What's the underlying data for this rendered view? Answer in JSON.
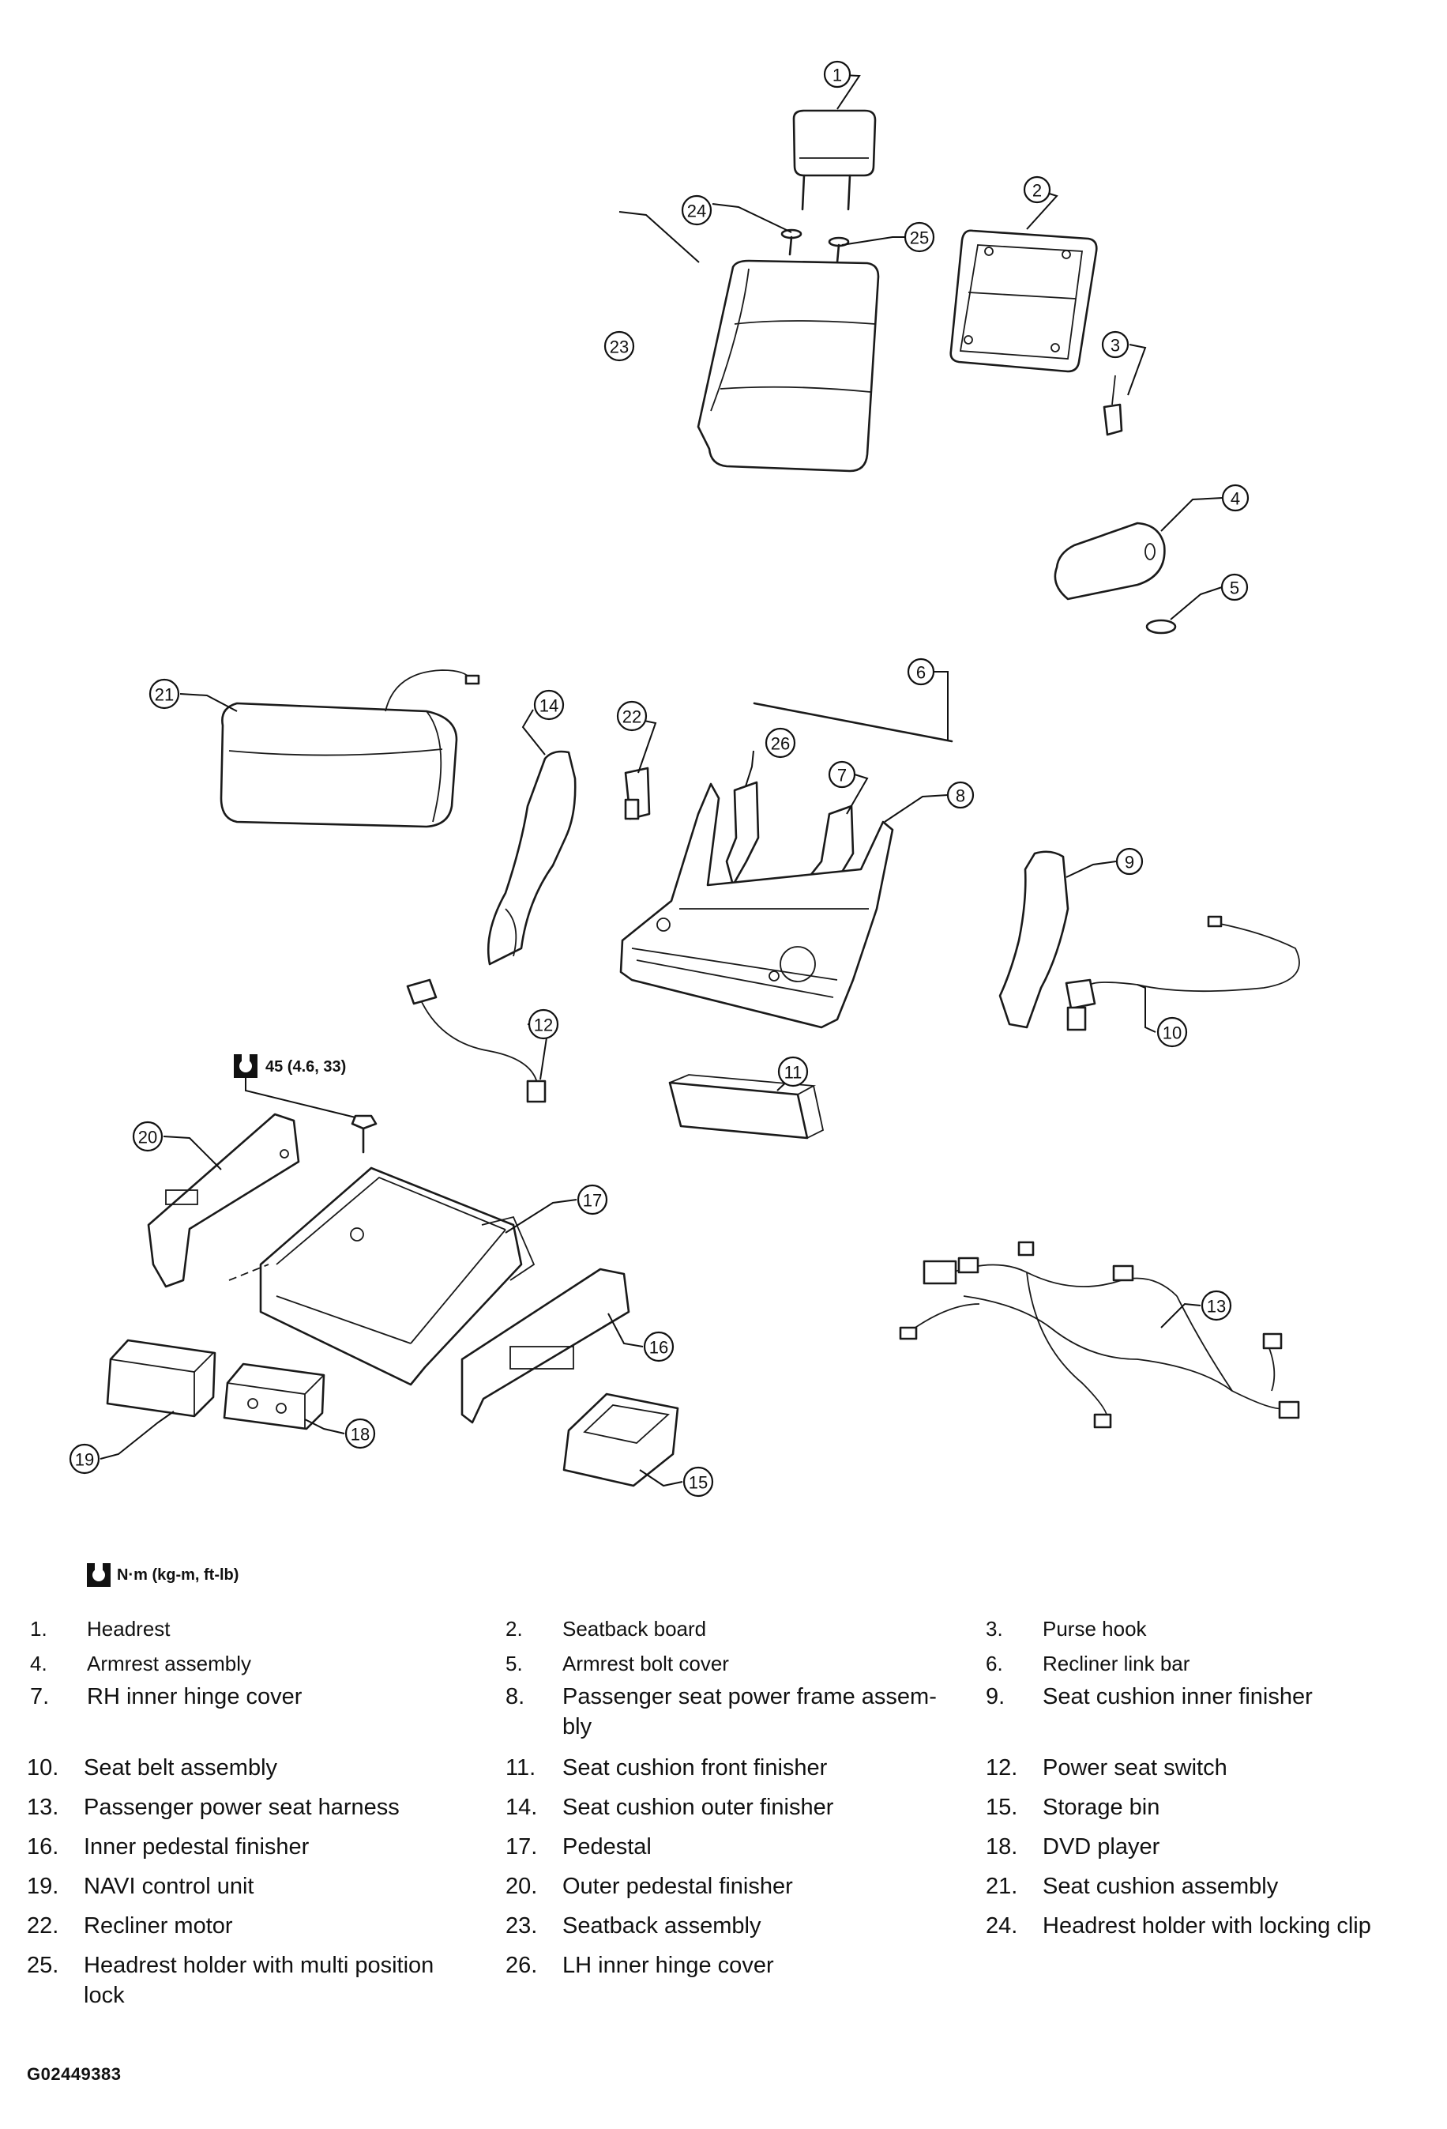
{
  "diagram": {
    "torque_spec": "45 (4.6, 33)",
    "torque_legend": "N·m (kg-m, ft-lb)",
    "figure_code": "G02449383",
    "callouts": [
      "1",
      "2",
      "3",
      "4",
      "5",
      "6",
      "7",
      "8",
      "9",
      "10",
      "11",
      "12",
      "13",
      "14",
      "15",
      "16",
      "17",
      "18",
      "19",
      "20",
      "21",
      "22",
      "23",
      "24",
      "25",
      "26"
    ]
  },
  "legend": [
    {
      "num": "1.",
      "label": "Headrest"
    },
    {
      "num": "2.",
      "label": "Seatback board"
    },
    {
      "num": "3.",
      "label": "Purse hook"
    },
    {
      "num": "4.",
      "label": "Armrest assembly"
    },
    {
      "num": "5.",
      "label": "Armrest bolt cover"
    },
    {
      "num": "6.",
      "label": "Recliner link bar"
    },
    {
      "num": "7.",
      "label": "RH inner hinge cover"
    },
    {
      "num": "8.",
      "label": "Passenger seat power frame assem-bly"
    },
    {
      "num": "9.",
      "label": "Seat cushion inner finisher"
    },
    {
      "num": "10.",
      "label": "Seat belt assembly"
    },
    {
      "num": "11.",
      "label": "Seat cushion front finisher"
    },
    {
      "num": "12.",
      "label": "Power seat switch"
    },
    {
      "num": "13.",
      "label": "Passenger power seat harness"
    },
    {
      "num": "14.",
      "label": "Seat cushion outer finisher"
    },
    {
      "num": "15.",
      "label": "Storage bin"
    },
    {
      "num": "16.",
      "label": "Inner pedestal finisher"
    },
    {
      "num": "17.",
      "label": "Pedestal"
    },
    {
      "num": "18.",
      "label": "DVD player"
    },
    {
      "num": "19.",
      "label": "NAVI control unit"
    },
    {
      "num": "20.",
      "label": "Outer pedestal finisher"
    },
    {
      "num": "21.",
      "label": "Seat cushion assembly"
    },
    {
      "num": "22.",
      "label": "Recliner motor"
    },
    {
      "num": "23.",
      "label": "Seatback assembly"
    },
    {
      "num": "24.",
      "label": "Headrest holder with locking clip"
    },
    {
      "num": "25.",
      "label": "Headrest holder with multi position lock"
    },
    {
      "num": "26.",
      "label": "LH inner hinge cover"
    }
  ]
}
